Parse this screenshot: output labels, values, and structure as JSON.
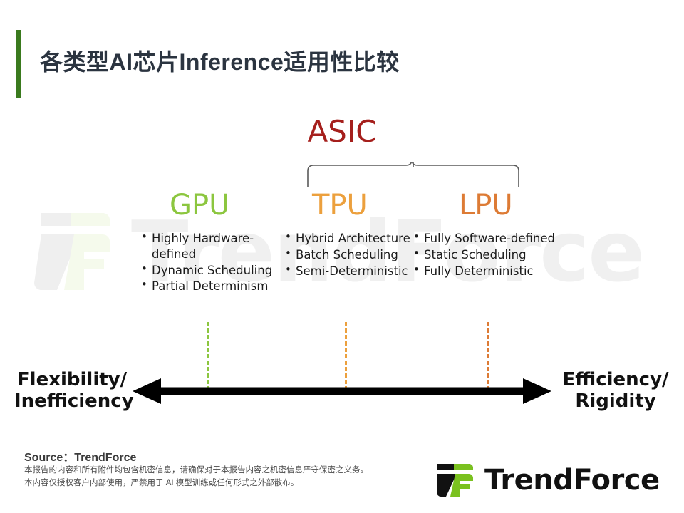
{
  "slide": {
    "title": "各类型AI芯片Inference适用性比较",
    "accent_green": "#3a7a1e",
    "watermark_text": "TrendForce"
  },
  "asic": {
    "label": "ASIC",
    "color": "#a51f1c"
  },
  "chips": [
    {
      "key": "gpu",
      "name": "GPU",
      "color": "#8cc63f",
      "bullets": [
        "Highly Hardware-defined",
        "Dynamic Scheduling",
        "Partial Determinism"
      ]
    },
    {
      "key": "tpu",
      "name": "TPU",
      "color": "#eca03d",
      "bullets": [
        "Hybrid Architecture",
        "Batch Scheduling",
        "Semi-Deterministic"
      ]
    },
    {
      "key": "lpu",
      "name": "LPU",
      "color": "#dd7b35",
      "bullets": [
        "Fully Software-defined",
        "Static Scheduling",
        "Fully Deterministic"
      ]
    }
  ],
  "axis": {
    "left_label_line1": "Flexibility/",
    "left_label_line2": "Inefficiency",
    "right_label_line1": "Efficiency/",
    "right_label_line2": "Rigidity",
    "arrow_color": "#000000"
  },
  "footer": {
    "source": "Source：TrendForce",
    "disclaimer_line1": "本报告的内容和所有附件均包含机密信息，请确保对于本报告内容之机密信息严守保密之义务。",
    "disclaimer_line2": "本内容仅授权客户内部使用，严禁用于 AI 模型训练或任何形式之外部散布。",
    "logo_text": "TrendForce",
    "logo_green": "#7ac11f",
    "logo_black": "#111111"
  }
}
